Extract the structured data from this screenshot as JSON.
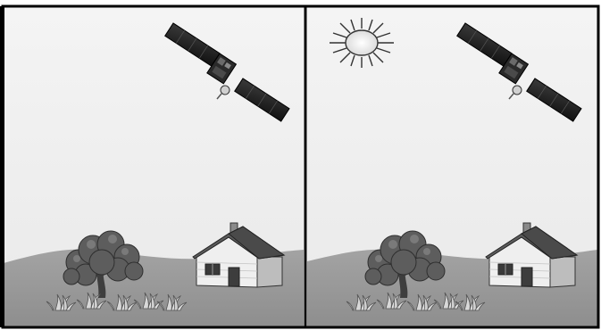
{
  "figure": {
    "panels": [
      {
        "id": "left",
        "has_sun": false
      },
      {
        "id": "right",
        "has_sun": true
      }
    ],
    "elements": [
      "satellite",
      "tree",
      "house",
      "grass-tufts",
      "hill-ground",
      "sun"
    ]
  },
  "colors": {
    "sky": "#f1f1f1",
    "ground": "#9b9b9b",
    "frame": "#000000",
    "satellite_panel": "#222222",
    "tree": "#5e5e5e",
    "roof": "#5d5d5d",
    "wall": "#e8e8e8"
  }
}
